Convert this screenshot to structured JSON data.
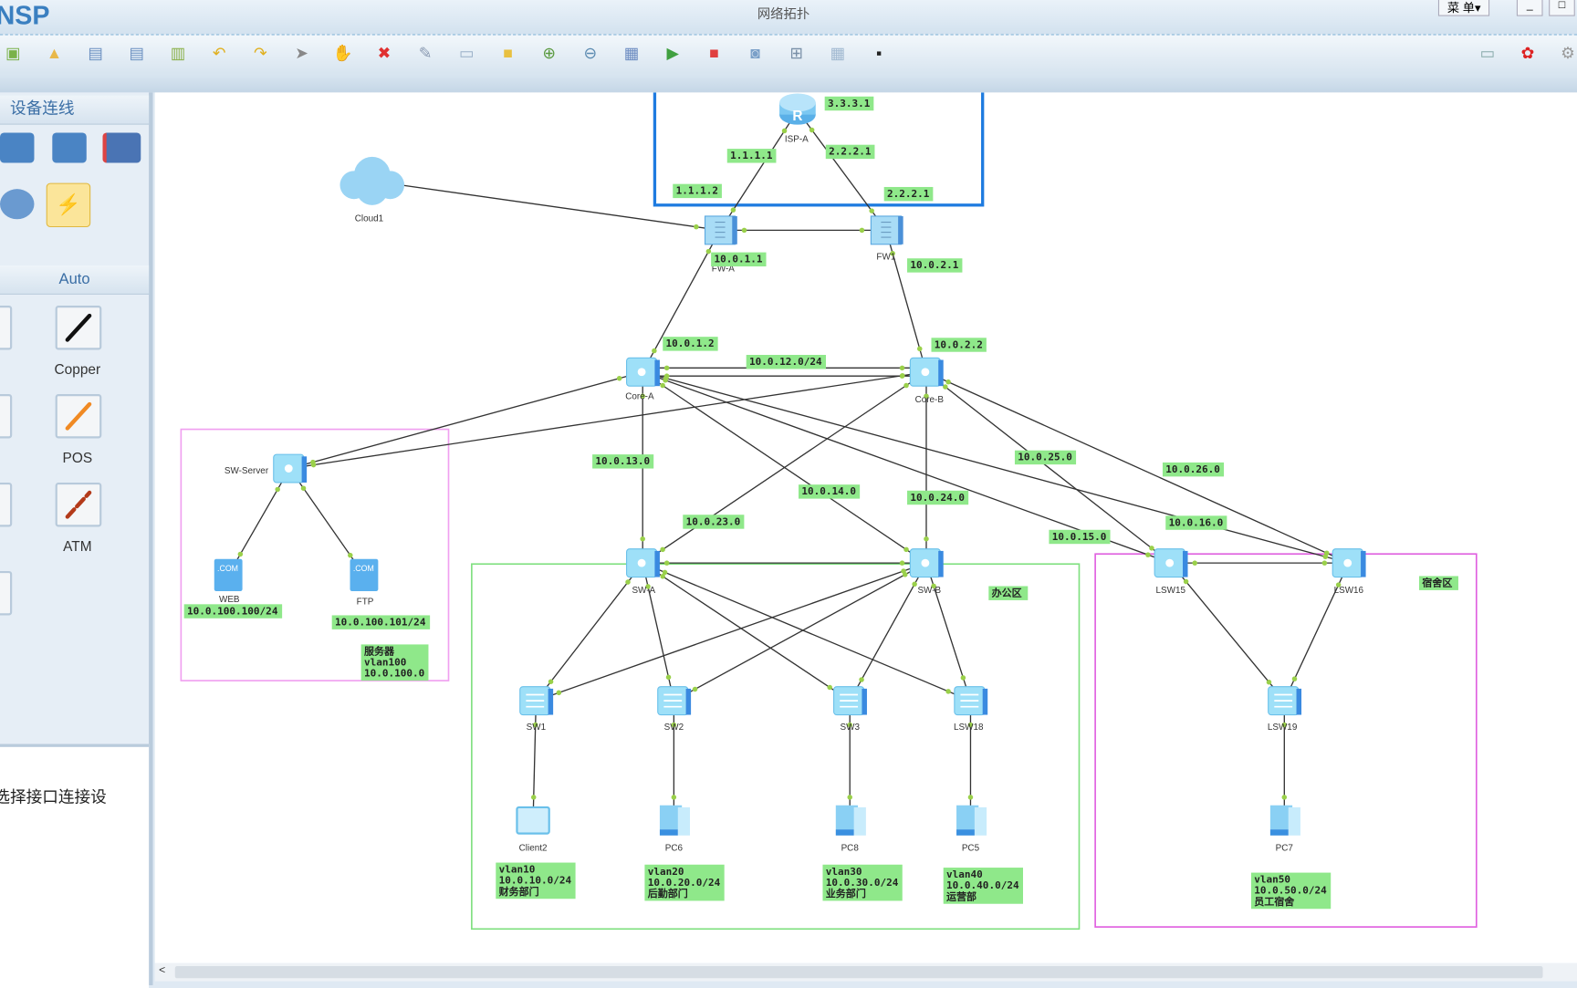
{
  "window": {
    "logo": "NSP",
    "title": "网络拓扑",
    "menu": "菜 单▾",
    "minimize": "_",
    "restore": "□"
  },
  "toolbar": {
    "icons": [
      "new-topology-icon",
      "open-icon",
      "save-icon",
      "save-as-icon",
      "print-icon",
      "undo-icon",
      "redo-icon",
      "select-pointer-icon",
      "pan-hand-icon",
      "delete-icon",
      "delete-links-icon",
      "text-note-icon",
      "palette-icon",
      "zoom-in-icon",
      "zoom-out-icon",
      "fit-view-icon",
      "start-device-icon",
      "stop-device-icon",
      "capture-icon",
      "topology-icon",
      "grid-icon",
      "cli-icon"
    ],
    "right_icons": [
      "chat-icon",
      "huawei-logo-icon",
      "settings-icon"
    ]
  },
  "left_panel": {
    "title": "设备连线",
    "cable_header": "Auto",
    "cables": [
      {
        "label": "Copper",
        "color": "#111111"
      },
      {
        "label": "POS",
        "color": "#f08a24"
      },
      {
        "label": "ATM",
        "color": "#b33a1a"
      }
    ],
    "partial_labels": [
      "",
      ""
    ],
    "hint": "选择接口连接设"
  },
  "nodes": {
    "isp": {
      "name": "ISP-A",
      "type": "router"
    },
    "fwa": {
      "name": "FW-A",
      "type": "firewall"
    },
    "fw1": {
      "name": "FW1",
      "type": "firewall"
    },
    "cloud": {
      "name": "Cloud1",
      "type": "cloud"
    },
    "corea": {
      "name": "Core-A",
      "type": "l3switch"
    },
    "coreb": {
      "name": "Core-B",
      "type": "l3switch"
    },
    "sws": {
      "name": "SW-Server",
      "type": "l3switch"
    },
    "web": {
      "name": "WEB",
      "type": "server"
    },
    "ftp": {
      "name": "FTP",
      "type": "server"
    },
    "swa": {
      "name": "SW-A",
      "type": "l3switch"
    },
    "swb": {
      "name": "SW-B",
      "type": "l3switch"
    },
    "lsw15": {
      "name": "LSW15",
      "type": "l3switch"
    },
    "lsw16": {
      "name": "LSW16",
      "type": "l3switch"
    },
    "sw1": {
      "name": "SW1",
      "type": "switch"
    },
    "sw2": {
      "name": "SW2",
      "type": "switch"
    },
    "sw3": {
      "name": "SW3",
      "type": "switch"
    },
    "lsw18": {
      "name": "LSW18",
      "type": "switch"
    },
    "lsw19": {
      "name": "LSW19",
      "type": "switch"
    },
    "client2": {
      "name": "Client2",
      "type": "client"
    },
    "pc6": {
      "name": "PC6",
      "type": "pc"
    },
    "pc8": {
      "name": "PC8",
      "type": "pc"
    },
    "pc5": {
      "name": "PC5",
      "type": "pc"
    },
    "pc7": {
      "name": "PC7",
      "type": "pc"
    }
  },
  "links": [
    [
      "isp",
      "fwa"
    ],
    [
      "isp",
      "fw1"
    ],
    [
      "cloud",
      "fwa"
    ],
    [
      "fwa",
      "fw1"
    ],
    [
      "fwa",
      "corea"
    ],
    [
      "fw1",
      "coreb"
    ],
    [
      "corea",
      "coreb"
    ],
    [
      "corea",
      "sws"
    ],
    [
      "coreb",
      "sws"
    ],
    [
      "corea",
      "swa"
    ],
    [
      "corea",
      "swb"
    ],
    [
      "coreb",
      "swa"
    ],
    [
      "coreb",
      "swb"
    ],
    [
      "corea",
      "lsw15"
    ],
    [
      "corea",
      "lsw16"
    ],
    [
      "coreb",
      "lsw15"
    ],
    [
      "coreb",
      "lsw16"
    ],
    [
      "sws",
      "web"
    ],
    [
      "sws",
      "ftp"
    ],
    [
      "swa",
      "swb"
    ],
    [
      "swa",
      "sw1"
    ],
    [
      "swa",
      "sw2"
    ],
    [
      "swa",
      "sw3"
    ],
    [
      "swa",
      "lsw18"
    ],
    [
      "swb",
      "sw1"
    ],
    [
      "swb",
      "sw2"
    ],
    [
      "swb",
      "sw3"
    ],
    [
      "swb",
      "lsw18"
    ],
    [
      "lsw15",
      "lsw16"
    ],
    [
      "lsw15",
      "lsw19"
    ],
    [
      "lsw16",
      "lsw19"
    ],
    [
      "sw1",
      "client2"
    ],
    [
      "sw2",
      "pc6"
    ],
    [
      "sw3",
      "pc8"
    ],
    [
      "lsw18",
      "pc5"
    ],
    [
      "lsw19",
      "pc7"
    ]
  ],
  "labels": {
    "isp_lo": [
      "3.3.3.1"
    ],
    "isp_a": [
      "1.1.1.1"
    ],
    "isp_b": [
      "2.2.2.1"
    ],
    "fwa_up": [
      "1.1.1.2"
    ],
    "fw1_up": [
      "2.2.2.1"
    ],
    "fwa_dn": [
      "10.0.1.1"
    ],
    "fw1_dn": [
      "10.0.2.1"
    ],
    "corea_up": [
      "10.0.1.2"
    ],
    "coreb_up": [
      "10.0.2.2"
    ],
    "core_link": [
      "10.0.12.0/24"
    ],
    "n13": [
      "10.0.13.0"
    ],
    "n14": [
      "10.0.14.0"
    ],
    "n24": [
      "10.0.24.0"
    ],
    "n23": [
      "10.0.23.0"
    ],
    "n25": [
      "10.0.25.0"
    ],
    "n26": [
      "10.0.26.0"
    ],
    "n15": [
      "10.0.15.0"
    ],
    "n16": [
      "10.0.16.0"
    ],
    "web_ip": [
      "10.0.100.100/24"
    ],
    "ftp_ip": [
      "10.0.100.101/24"
    ],
    "server_zone": [
      "服务器",
      "vlan100",
      "10.0.100.0"
    ],
    "v10": [
      "vlan10",
      "10.0.10.0/24",
      "财务部门"
    ],
    "v20": [
      "vlan20",
      "10.0.20.0/24",
      "后勤部门"
    ],
    "v30": [
      "vlan30",
      "10.0.30.0/24",
      "业务部门"
    ],
    "v40": [
      "vlan40",
      "10.0.40.0/24",
      "运营部"
    ],
    "v50": [
      "vlan50",
      "10.0.50.0/24",
      "员工宿舍"
    ],
    "office": [
      "办公区"
    ],
    "dorm": [
      "宿舍区"
    ]
  },
  "colors": {
    "label_bg": "#8fe88a",
    "isp_zone": "#1e7be0",
    "server_zone": "#f0a0f0",
    "office_zone": "#80e080",
    "dorm_zone": "#e060e0",
    "port_dot": "#9ad04a"
  }
}
